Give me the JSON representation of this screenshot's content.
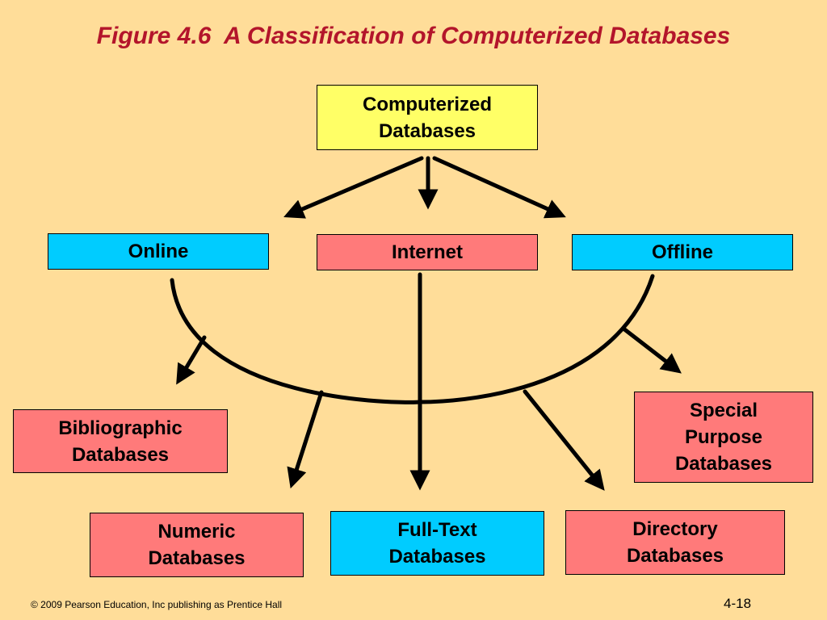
{
  "title": "Figure 4.6  A Classification of Computerized Databases",
  "nodes": {
    "root": "Computerized\nDatabases",
    "online": "Online",
    "internet": "Internet",
    "offline": "Offline",
    "bibliographic": "Bibliographic\nDatabases",
    "numeric": "Numeric\nDatabases",
    "fulltext": "Full-Text\nDatabases",
    "directory": "Directory\nDatabases",
    "special": "Special\nPurpose\nDatabases"
  },
  "colors": {
    "background": "#FFDD99",
    "title": "#B3152B",
    "root_box": "#FFFF66",
    "cyan_box": "#00CCFF",
    "pink_box": "#FF7A7A"
  },
  "footer": {
    "copyright": "© 2009 Pearson Education, Inc publishing as Prentice Hall",
    "page_number": "4-18"
  }
}
